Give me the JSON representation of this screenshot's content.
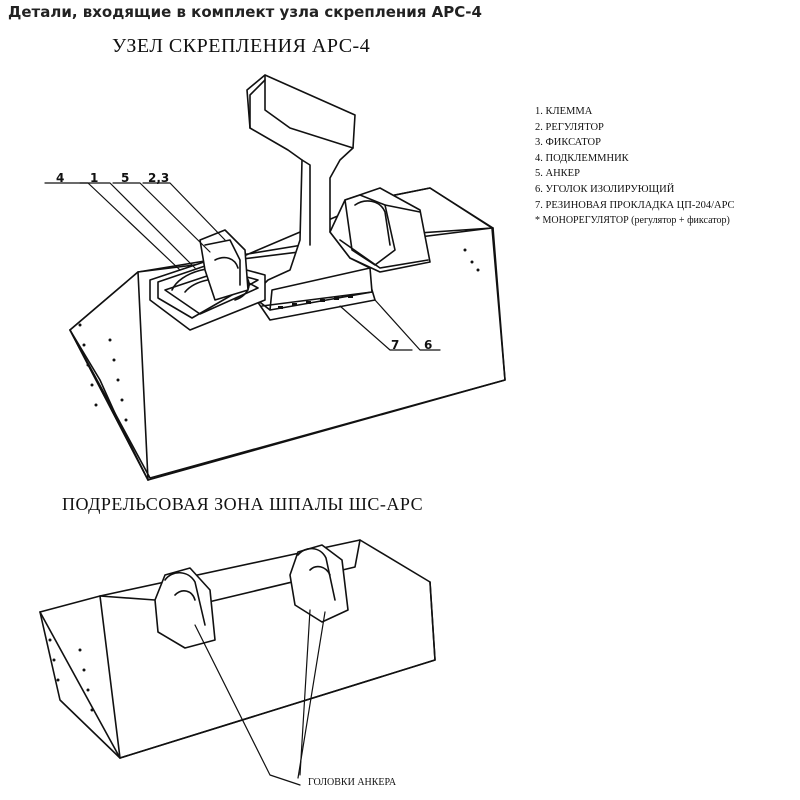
{
  "header": {
    "title": "Детали, входящие в комплект узла скрепления АРС-4"
  },
  "diagram_top": {
    "title": "УЗЕЛ СКРЕПЛЕНИЯ АРС-4"
  },
  "legend": [
    "1. КЛЕММА",
    "2. РЕГУЛЯТОР",
    "3. ФИКСАТОР",
    "4. ПОДКЛЕММНИК",
    "5. АНКЕР",
    "6. УГОЛОК ИЗОЛИРУЮЩИЙ",
    "7. РЕЗИНОВАЯ ПРОКЛАДКА ЦП-204/АРС"
  ],
  "legend_note": "*  МОНОРЕГУЛЯТОР (регулятор + фиксатор)",
  "callouts": {
    "c4": "4",
    "c1": "1",
    "c5": "5",
    "c23": "2,3",
    "c7": "7",
    "c6": "6"
  },
  "diagram_bottom": {
    "title": "ПОДРЕЛЬСОВАЯ ЗОНА ШПАЛЫ ШС-АРС",
    "anchor_label": "ГОЛОВКИ АНКЕРА"
  }
}
